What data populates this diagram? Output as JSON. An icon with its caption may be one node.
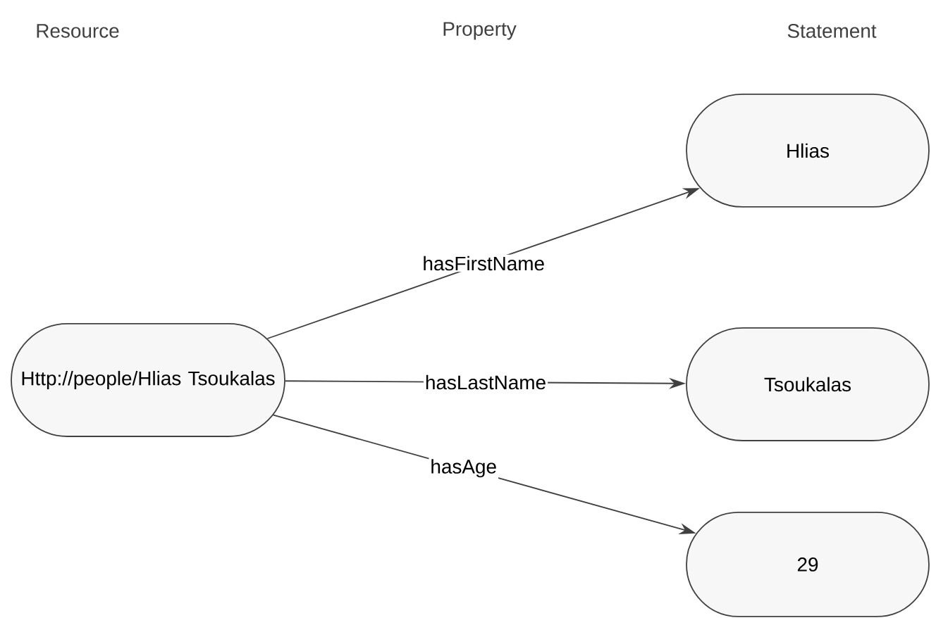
{
  "diagram": {
    "nodes": [
      {
        "text": [
          "Http://people/Hlias Tsoukalas"
        ]
      },
      {
        "text": [
          "Hlias"
        ]
      },
      {
        "text": [
          "Tsoukalas"
        ]
      },
      {
        "text": [
          "29"
        ]
      }
    ],
    "edges": [
      {
        "from": 0,
        "to": 1,
        "arrow": "to",
        "label": "hasFirstName"
      },
      {
        "from": 0,
        "to": 2,
        "arrow": "to",
        "label": "hasLastName"
      },
      {
        "from": 0,
        "to": 3,
        "arrow": "to",
        "label": "hasAge"
      }
    ],
    "labels": [
      "Resource",
      "Property",
      "Statement"
    ]
  }
}
